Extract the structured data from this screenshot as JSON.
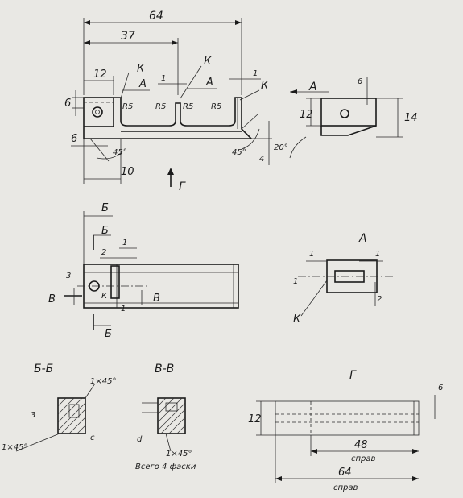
{
  "page_text": {
    "top_view": {
      "dim_64": "64",
      "dim_37": "37",
      "dim_12": "12",
      "dim_6_left": "6",
      "dim_6_bottom": "6",
      "dim_10": "10",
      "dim_1_mid": "1",
      "dim_1_right": "1",
      "dim_4": "4",
      "angle_45_left": "45°",
      "angle_45_right": "45°",
      "radius_1": "R5",
      "radius_2": "R5",
      "radius_3": "R5",
      "radius_4": "R5",
      "label_k1": "К",
      "label_k2": "К",
      "label_k3": "К",
      "label_a1": "А",
      "label_a2": "А",
      "view_arrow_g": "Г"
    },
    "side_view": {
      "label_a": "А",
      "dim_12": "12",
      "dim_14": "14",
      "dim_6": "6",
      "angle_20": "20°"
    },
    "front_view": {
      "cut_b_top": "Б",
      "cut_b_top2": "Б",
      "cut_b_bottom": "Б",
      "cut_v_left": "В",
      "cut_v_right": "В",
      "dim_2": "2",
      "dim_1_top": "1",
      "dim_1_side": "1",
      "dim_3_left": "3",
      "label_k": "К"
    },
    "detail_a": {
      "title": "А",
      "dim_1_left": "1",
      "dim_1_right": "1",
      "dim_1_side": "1",
      "dim_2": "2",
      "label_k": "К"
    },
    "section_bb": {
      "title": "Б-Б",
      "chamfer_top": "1×45°",
      "chamfer_left": "1×45°",
      "dim_3": "3",
      "dim_c": "с"
    },
    "section_vv": {
      "title": "В-В",
      "dim_d": "d",
      "chamfer": "1×45°",
      "note": "Всего 4 фаски"
    },
    "view_g": {
      "title": "Г",
      "dim_12": "12",
      "dim_6": "6",
      "dim_48": "48",
      "dim_48_note": "справ",
      "dim_64": "64",
      "dim_64_note": "справ"
    }
  }
}
